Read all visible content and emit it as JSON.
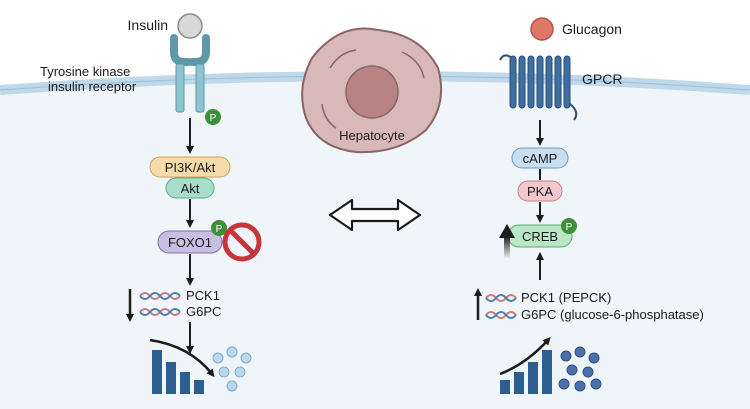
{
  "left": {
    "ligand": "Insulin",
    "receptor_line1": "Tyrosine kinase",
    "receptor_line2": "insulin receptor",
    "phospho": "P",
    "pi3k": "PI3K/Akt",
    "akt": "Akt",
    "foxo1": "FOXO1",
    "genes": [
      "PCK1",
      "G6PC"
    ],
    "gene_direction": "down"
  },
  "center": {
    "cell": "Hepatocyte",
    "exchange_arrow_icon": "double-headed-arrow-icon"
  },
  "right": {
    "ligand": "Glucagon",
    "receptor": "GPCR",
    "camp": "cAMP",
    "pka": "PKA",
    "creb": "CREB",
    "phospho": "P",
    "genes": [
      "PCK1 (PEPCK)",
      "G6PC (glucose-6-phosphatase)"
    ],
    "gene_direction": "up"
  },
  "colors": {
    "membrane": "#bfd8ea",
    "cytoplasm": "#f0f5fa",
    "receptor": "#8fc3cf",
    "gpcr": "#3f6f9f",
    "pi3k": "#f6dcaa",
    "akt": "#a8dccb",
    "foxo1": "#c9bfe2",
    "camp": "#c9dff1",
    "pka": "#f2c7cd",
    "creb": "#b9e6c5",
    "phospho": "#3f8f3a",
    "inhibit": "#c7353a",
    "glucagon": "#dd7866",
    "bars": "#2b5f8f",
    "glucose_dots": "#b9d8ef"
  }
}
